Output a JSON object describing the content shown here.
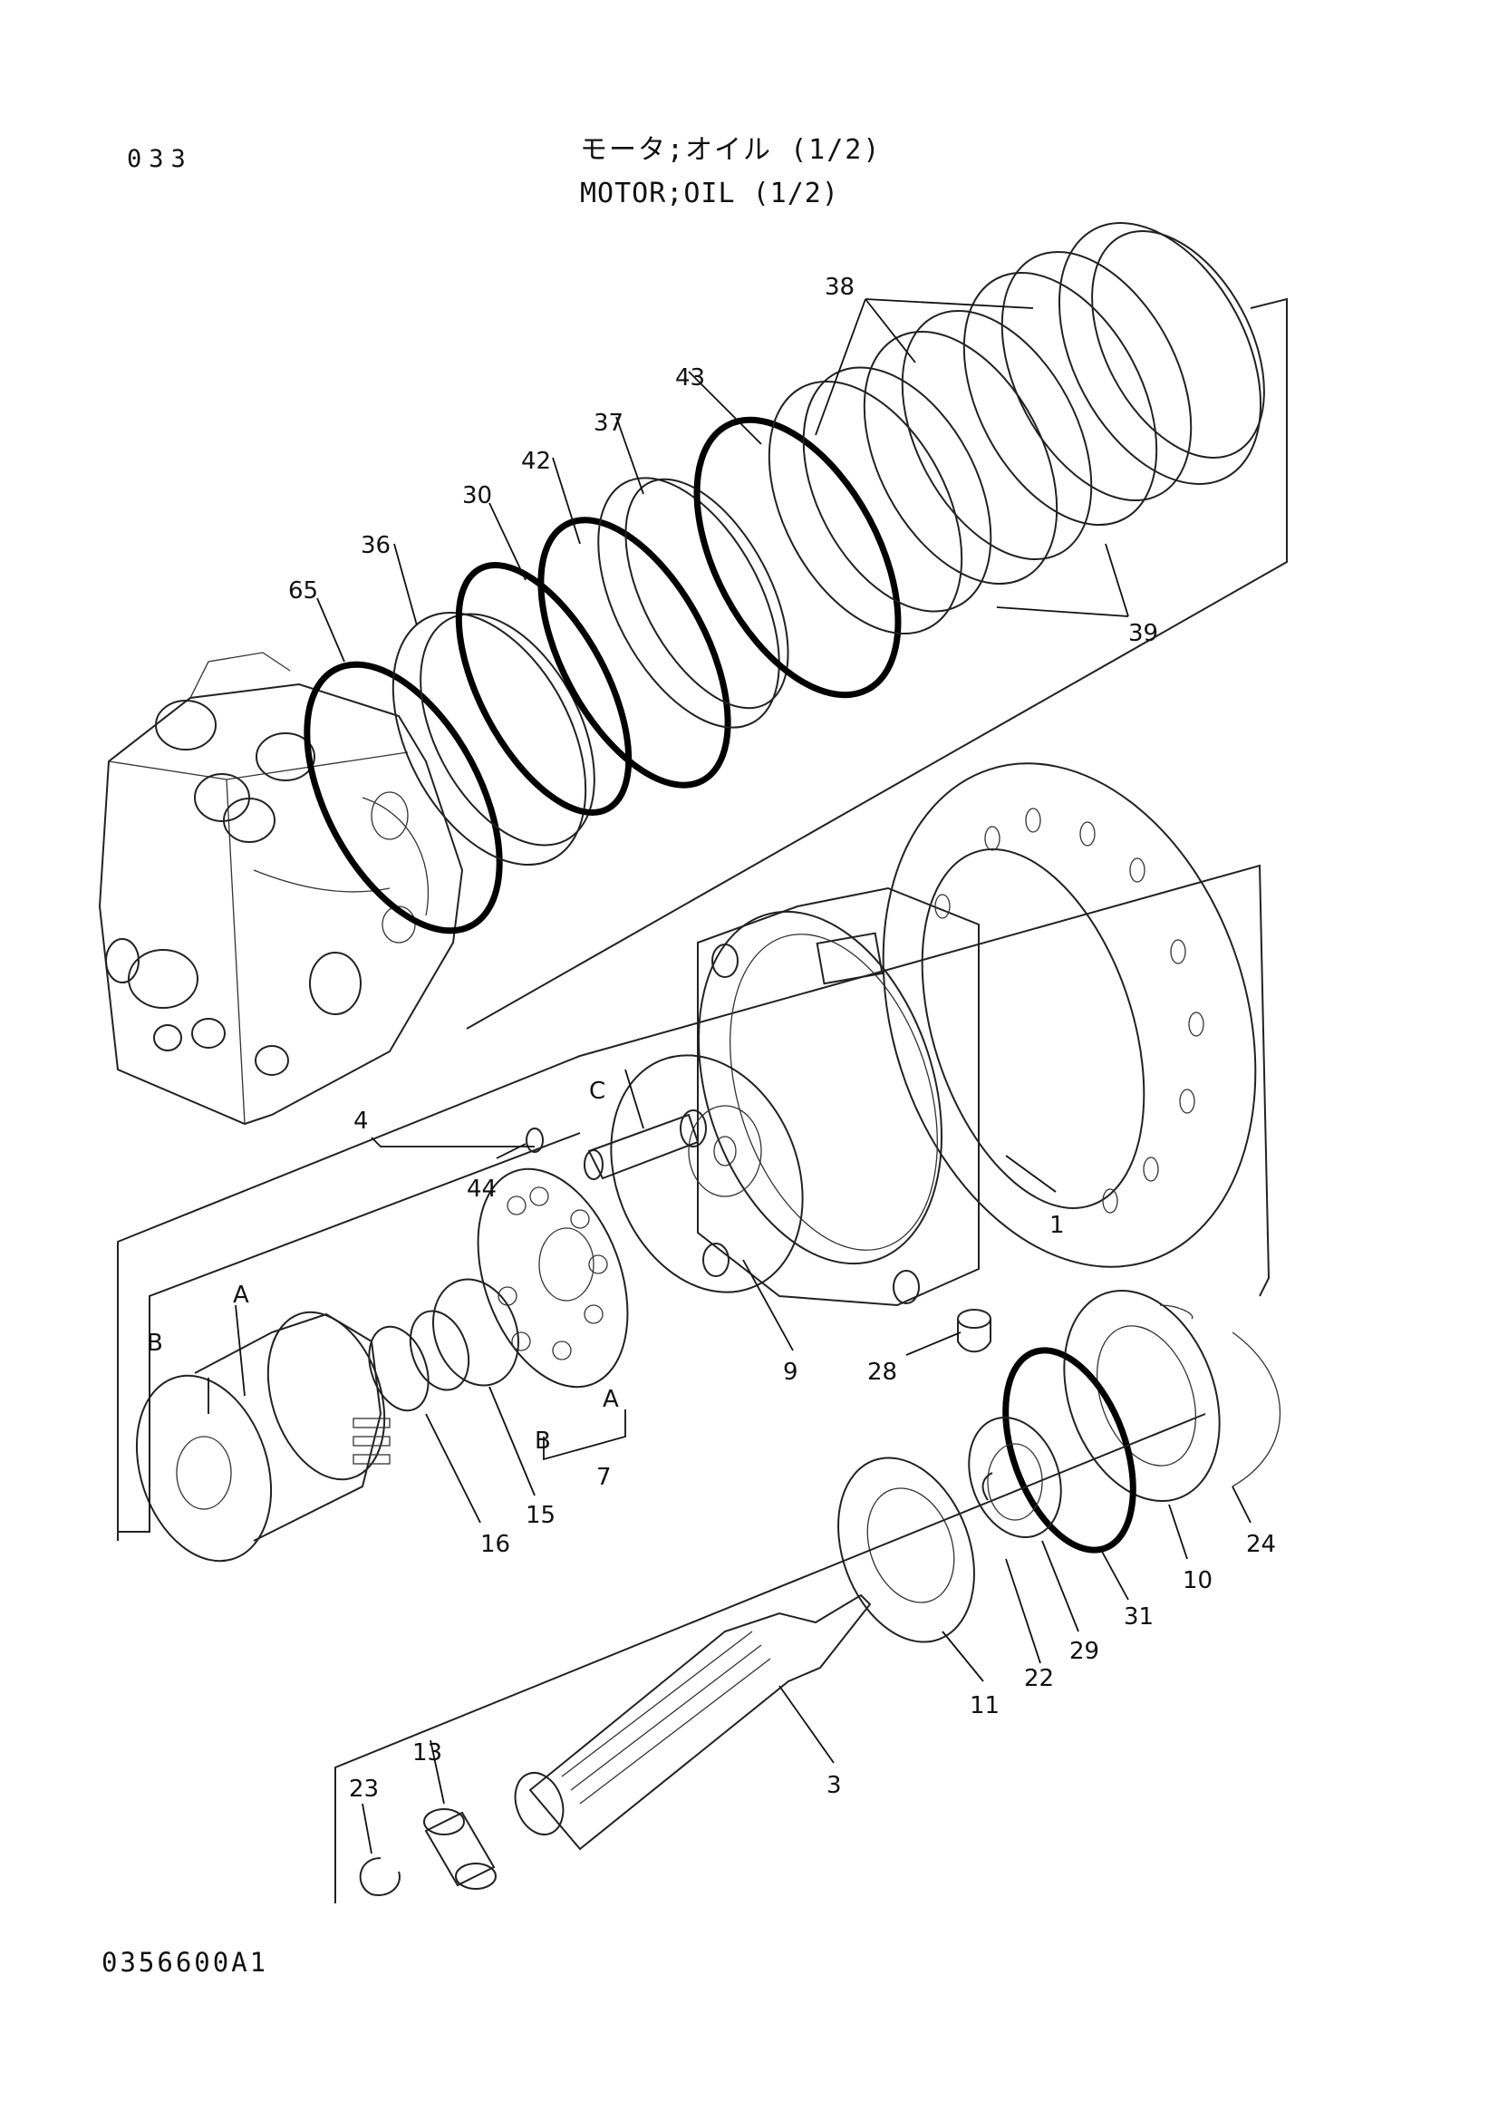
{
  "page_number": "033",
  "title_jp": "モータ;オイル (1/2)",
  "title_en": "MOTOR;OIL (1/2)",
  "drawing_code": "0356600A1",
  "callouts": {
    "c38": "38",
    "c43": "43",
    "c37": "37",
    "c42": "42",
    "c30": "30",
    "c36": "36",
    "c65": "65",
    "c39": "39",
    "c4": "4",
    "cC": "C",
    "c44": "44",
    "cA1": "A",
    "cB1": "B",
    "c1": "1",
    "c9": "9",
    "c28": "28",
    "cA2": "A",
    "cB2": "B",
    "c7": "7",
    "c16": "16",
    "c15": "15",
    "c24": "24",
    "c10": "10",
    "c31": "31",
    "c29": "29",
    "c22": "22",
    "c11": "11",
    "c3": "3",
    "c13": "13",
    "c23": "23"
  }
}
